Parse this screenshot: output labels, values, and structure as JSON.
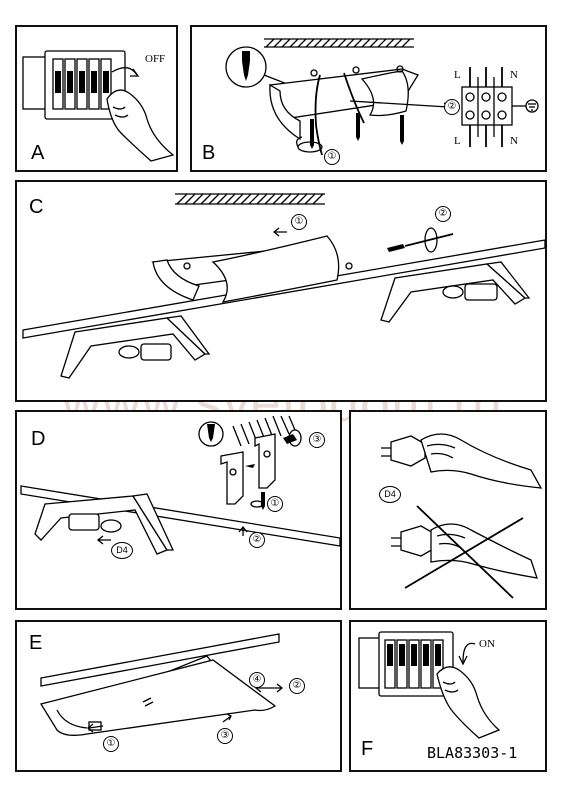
{
  "panels": {
    "a": {
      "label": "A",
      "switch_state": "OFF"
    },
    "b": {
      "label": "B",
      "steps": [
        "①",
        "②"
      ],
      "terminals": {
        "left": "L",
        "right": "N"
      }
    },
    "c": {
      "label": "C",
      "steps": [
        "①",
        "②"
      ]
    },
    "d": {
      "label": "D",
      "steps": [
        "①",
        "②",
        "③"
      ],
      "lamp_tag": "D4"
    },
    "d4": {
      "lamp_tag": "D4"
    },
    "e": {
      "label": "E",
      "steps": [
        "①",
        "②",
        "③",
        "④"
      ]
    },
    "f": {
      "label": "F",
      "switch_state": "ON",
      "model_code": "BLA83303-1"
    }
  },
  "watermark": "www.svetodom.ru",
  "colors": {
    "line": "#000000",
    "watermark": "#c8968c"
  }
}
